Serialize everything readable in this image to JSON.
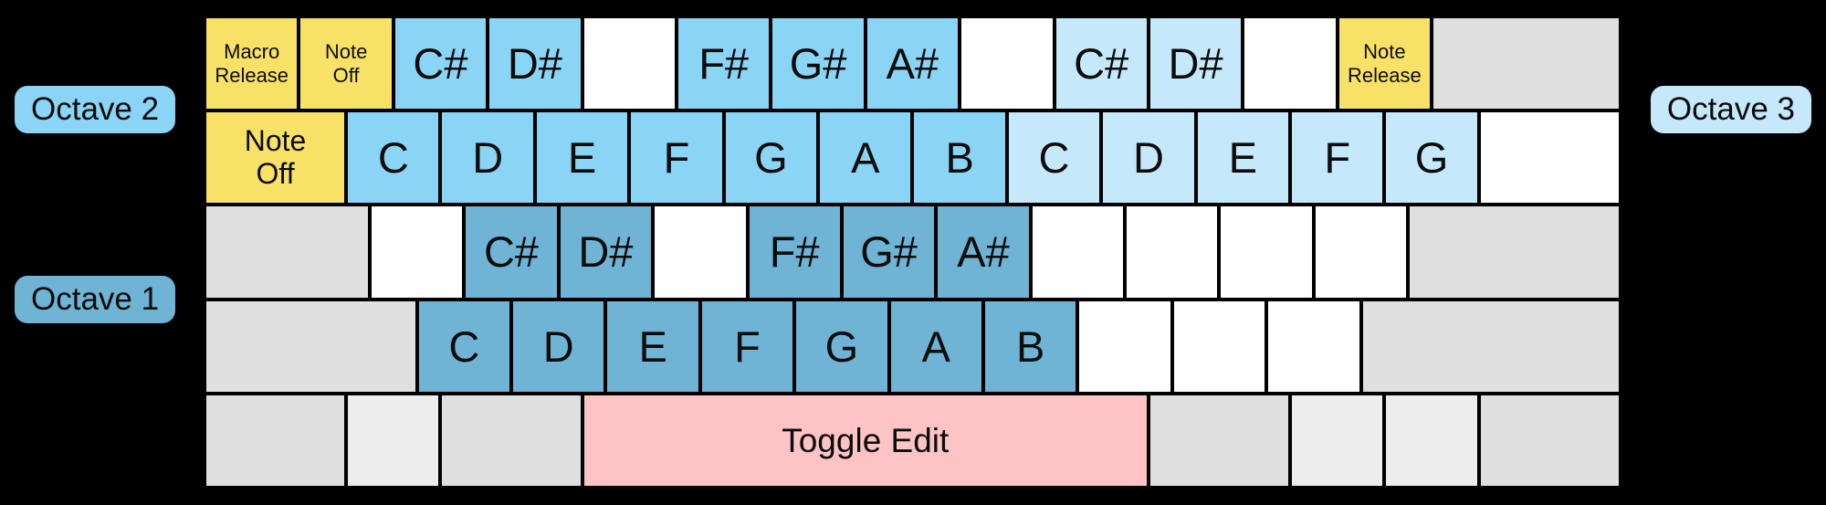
{
  "colors": {
    "command": "#f8e167",
    "oct2": "#8ad4f5",
    "oct3": "#c5e8fb",
    "oct1": "#6fb3d5",
    "space": "#fdc3c5",
    "mod": "#dfdfdf",
    "mod2": "#ededed",
    "blank": "#ffffff",
    "background": "#000000",
    "key_border": "#000000",
    "text": "#0c0c0c"
  },
  "labels": {
    "octave1": {
      "text": "Octave 1",
      "color_type": "oct1"
    },
    "octave2": {
      "text": "Octave 2",
      "color_type": "oct2"
    },
    "octave3": {
      "text": "Octave 3",
      "color_type": "oct3"
    }
  },
  "keyboard": {
    "rows": [
      {
        "name": "number-row",
        "keys": [
          {
            "label": "Macro\nRelease",
            "type": "command",
            "size": "s",
            "units": 1,
            "name": "key-macro-release"
          },
          {
            "label": "Note\nOff",
            "type": "command",
            "size": "s",
            "units": 1,
            "name": "key-note-off"
          },
          {
            "label": "C#",
            "type": "oct2",
            "size": "l",
            "units": 1,
            "name": "key-note-c-sharp-oct2"
          },
          {
            "label": "D#",
            "type": "oct2",
            "size": "l",
            "units": 1,
            "name": "key-note-d-sharp-oct2"
          },
          {
            "label": "",
            "type": "blank",
            "size": "l",
            "units": 1,
            "name": "key-unmapped"
          },
          {
            "label": "F#",
            "type": "oct2",
            "size": "l",
            "units": 1,
            "name": "key-note-f-sharp-oct2"
          },
          {
            "label": "G#",
            "type": "oct2",
            "size": "l",
            "units": 1,
            "name": "key-note-g-sharp-oct2"
          },
          {
            "label": "A#",
            "type": "oct2",
            "size": "l",
            "units": 1,
            "name": "key-note-a-sharp-oct2"
          },
          {
            "label": "",
            "type": "blank",
            "size": "l",
            "units": 1,
            "name": "key-unmapped"
          },
          {
            "label": "C#",
            "type": "oct3",
            "size": "l",
            "units": 1,
            "name": "key-note-c-sharp-oct3"
          },
          {
            "label": "D#",
            "type": "oct3",
            "size": "l",
            "units": 1,
            "name": "key-note-d-sharp-oct3"
          },
          {
            "label": "",
            "type": "blank",
            "size": "l",
            "units": 1,
            "name": "key-unmapped"
          },
          {
            "label": "Note\nRelease",
            "type": "command",
            "size": "s",
            "units": 1,
            "name": "key-note-release"
          },
          {
            "label": "",
            "type": "mod",
            "size": "l",
            "units": 2,
            "name": "key-modifier"
          }
        ]
      },
      {
        "name": "upper-letter-row",
        "keys": [
          {
            "label": "Note\nOff",
            "type": "command",
            "size": "m",
            "units": 1.5,
            "name": "key-note-off"
          },
          {
            "label": "C",
            "type": "oct2",
            "size": "l",
            "units": 1,
            "name": "key-note-c-oct2"
          },
          {
            "label": "D",
            "type": "oct2",
            "size": "l",
            "units": 1,
            "name": "key-note-d-oct2"
          },
          {
            "label": "E",
            "type": "oct2",
            "size": "l",
            "units": 1,
            "name": "key-note-e-oct2"
          },
          {
            "label": "F",
            "type": "oct2",
            "size": "l",
            "units": 1,
            "name": "key-note-f-oct2"
          },
          {
            "label": "G",
            "type": "oct2",
            "size": "l",
            "units": 1,
            "name": "key-note-g-oct2"
          },
          {
            "label": "A",
            "type": "oct2",
            "size": "l",
            "units": 1,
            "name": "key-note-a-oct2"
          },
          {
            "label": "B",
            "type": "oct2",
            "size": "l",
            "units": 1,
            "name": "key-note-b-oct2"
          },
          {
            "label": "C",
            "type": "oct3",
            "size": "l",
            "units": 1,
            "name": "key-note-c-oct3"
          },
          {
            "label": "D",
            "type": "oct3",
            "size": "l",
            "units": 1,
            "name": "key-note-d-oct3"
          },
          {
            "label": "E",
            "type": "oct3",
            "size": "l",
            "units": 1,
            "name": "key-note-e-oct3"
          },
          {
            "label": "F",
            "type": "oct3",
            "size": "l",
            "units": 1,
            "name": "key-note-f-oct3"
          },
          {
            "label": "G",
            "type": "oct3",
            "size": "l",
            "units": 1,
            "name": "key-note-g-oct3"
          },
          {
            "label": "",
            "type": "blank",
            "size": "l",
            "units": 1.5,
            "name": "key-unmapped"
          }
        ]
      },
      {
        "name": "home-row",
        "keys": [
          {
            "label": "",
            "type": "mod",
            "size": "l",
            "units": 1.75,
            "name": "key-modifier"
          },
          {
            "label": "",
            "type": "blank",
            "size": "l",
            "units": 1,
            "name": "key-unmapped"
          },
          {
            "label": "C#",
            "type": "oct1",
            "size": "l",
            "units": 1,
            "name": "key-note-c-sharp-oct1"
          },
          {
            "label": "D#",
            "type": "oct1",
            "size": "l",
            "units": 1,
            "name": "key-note-d-sharp-oct1"
          },
          {
            "label": "",
            "type": "blank",
            "size": "l",
            "units": 1,
            "name": "key-unmapped"
          },
          {
            "label": "F#",
            "type": "oct1",
            "size": "l",
            "units": 1,
            "name": "key-note-f-sharp-oct1"
          },
          {
            "label": "G#",
            "type": "oct1",
            "size": "l",
            "units": 1,
            "name": "key-note-g-sharp-oct1"
          },
          {
            "label": "A#",
            "type": "oct1",
            "size": "l",
            "units": 1,
            "name": "key-note-a-sharp-oct1"
          },
          {
            "label": "",
            "type": "blank",
            "size": "l",
            "units": 1,
            "name": "key-unmapped"
          },
          {
            "label": "",
            "type": "blank",
            "size": "l",
            "units": 1,
            "name": "key-unmapped"
          },
          {
            "label": "",
            "type": "blank",
            "size": "l",
            "units": 1,
            "name": "key-unmapped"
          },
          {
            "label": "",
            "type": "blank",
            "size": "l",
            "units": 1,
            "name": "key-unmapped"
          },
          {
            "label": "",
            "type": "mod",
            "size": "l",
            "units": 2.25,
            "name": "key-modifier"
          }
        ]
      },
      {
        "name": "lower-letter-row",
        "keys": [
          {
            "label": "",
            "type": "mod",
            "size": "l",
            "units": 2.25,
            "name": "key-modifier"
          },
          {
            "label": "C",
            "type": "oct1",
            "size": "l",
            "units": 1,
            "name": "key-note-c-oct1"
          },
          {
            "label": "D",
            "type": "oct1",
            "size": "l",
            "units": 1,
            "name": "key-note-d-oct1"
          },
          {
            "label": "E",
            "type": "oct1",
            "size": "l",
            "units": 1,
            "name": "key-note-e-oct1"
          },
          {
            "label": "F",
            "type": "oct1",
            "size": "l",
            "units": 1,
            "name": "key-note-f-oct1"
          },
          {
            "label": "G",
            "type": "oct1",
            "size": "l",
            "units": 1,
            "name": "key-note-g-oct1"
          },
          {
            "label": "A",
            "type": "oct1",
            "size": "l",
            "units": 1,
            "name": "key-note-a-oct1"
          },
          {
            "label": "B",
            "type": "oct1",
            "size": "l",
            "units": 1,
            "name": "key-note-b-oct1"
          },
          {
            "label": "",
            "type": "blank",
            "size": "l",
            "units": 1,
            "name": "key-unmapped"
          },
          {
            "label": "",
            "type": "blank",
            "size": "l",
            "units": 1,
            "name": "key-unmapped"
          },
          {
            "label": "",
            "type": "blank",
            "size": "l",
            "units": 1,
            "name": "key-unmapped"
          },
          {
            "label": "",
            "type": "mod",
            "size": "l",
            "units": 2.75,
            "name": "key-modifier"
          }
        ]
      },
      {
        "name": "bottom-row",
        "keys": [
          {
            "label": "",
            "type": "mod",
            "size": "l",
            "units": 1.5,
            "name": "key-modifier"
          },
          {
            "label": "",
            "type": "mod2",
            "size": "l",
            "units": 1,
            "name": "key-modifier"
          },
          {
            "label": "",
            "type": "mod",
            "size": "l",
            "units": 1.5,
            "name": "key-modifier"
          },
          {
            "label": "Toggle Edit",
            "type": "space",
            "size": "t",
            "units": 6,
            "name": "key-toggle-edit"
          },
          {
            "label": "",
            "type": "mod",
            "size": "l",
            "units": 1.5,
            "name": "key-modifier"
          },
          {
            "label": "",
            "type": "mod2",
            "size": "l",
            "units": 1,
            "name": "key-modifier"
          },
          {
            "label": "",
            "type": "mod2",
            "size": "l",
            "units": 1,
            "name": "key-modifier"
          },
          {
            "label": "",
            "type": "mod",
            "size": "l",
            "units": 1.5,
            "name": "key-modifier"
          }
        ]
      }
    ]
  }
}
